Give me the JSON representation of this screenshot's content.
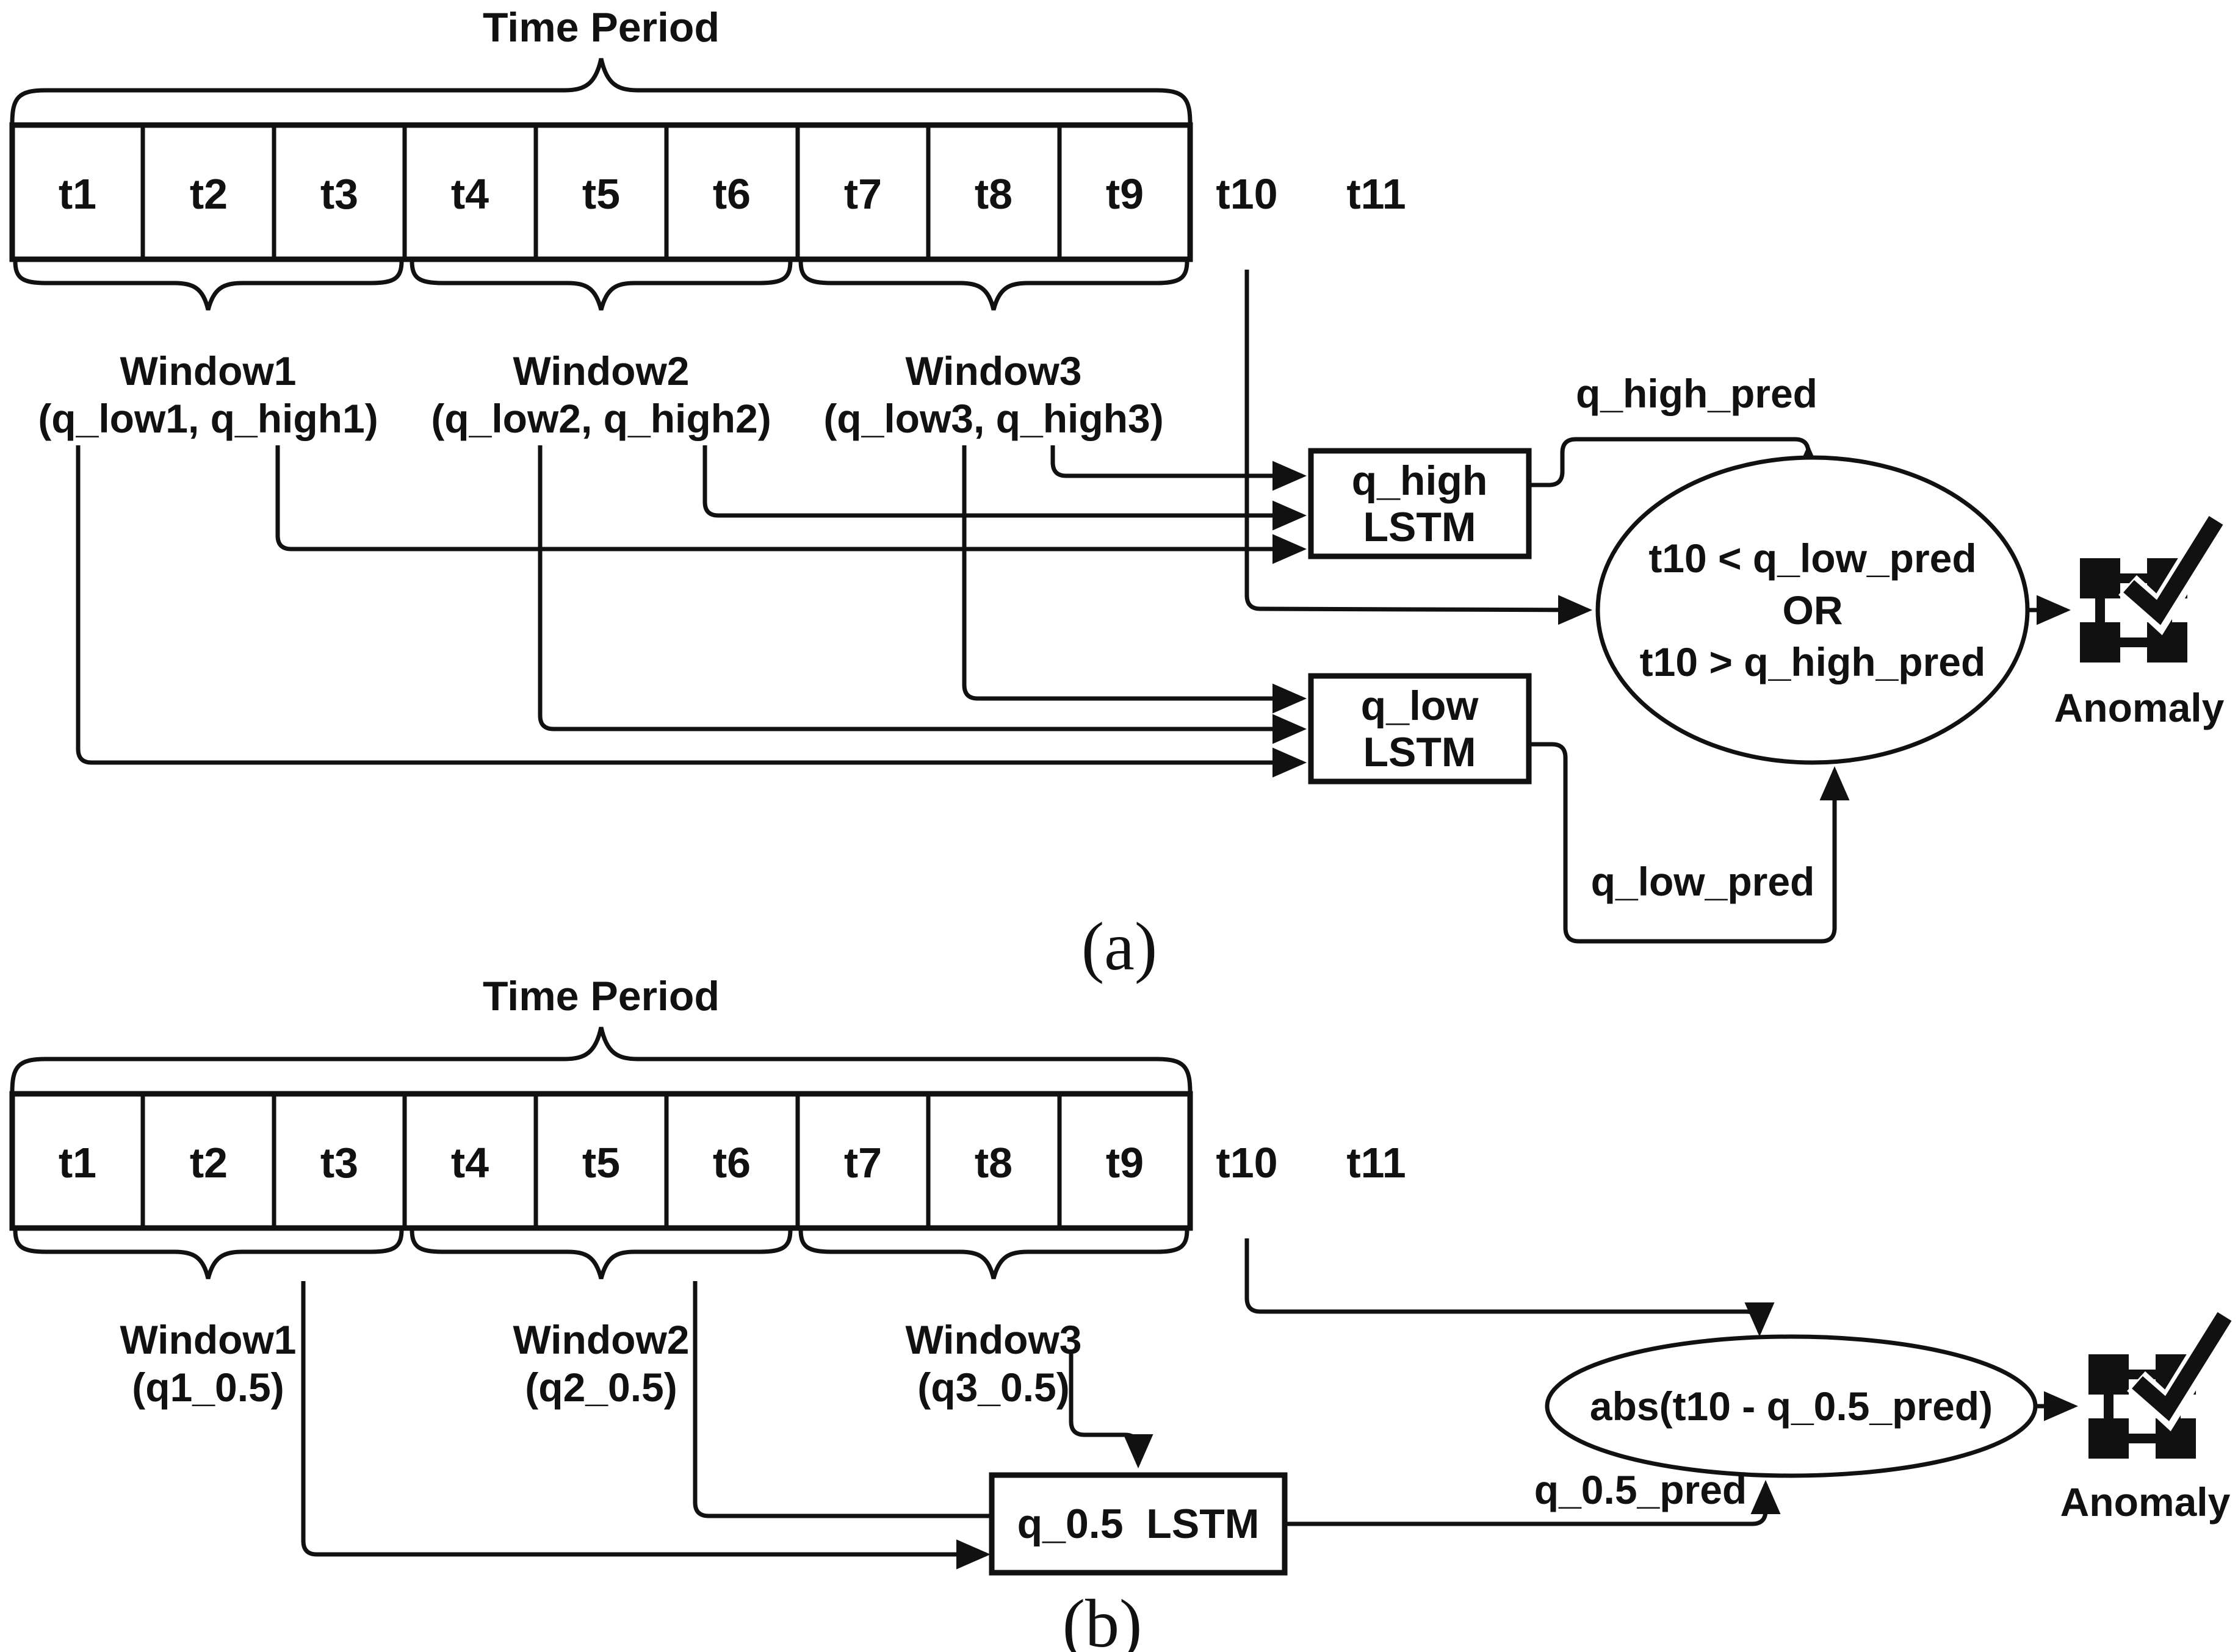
{
  "colors": {
    "ink": "#111111",
    "background": "#ffffff"
  },
  "figure_a": {
    "caption": "(a)",
    "time_period_label": "Time Period",
    "cells": [
      "t1",
      "t2",
      "t3",
      "t4",
      "t5",
      "t6",
      "t7",
      "t8",
      "t9"
    ],
    "future_cells": [
      "t10",
      "t11"
    ],
    "windows": [
      {
        "name": "Window1",
        "params": "(q_low1, q_high1)"
      },
      {
        "name": "Window2",
        "params": "(q_low2, q_high2)"
      },
      {
        "name": "Window3",
        "params": "(q_low3, q_high3)"
      }
    ],
    "high_lstm": {
      "line1": "q_high",
      "line2": "LSTM"
    },
    "low_lstm": {
      "line1": "q_low",
      "line2": "LSTM"
    },
    "high_pred_label": "q_high_pred",
    "low_pred_label": "q_low_pred",
    "condition": {
      "line1": "t10 < q_low_pred",
      "line2": "OR",
      "line3": "t10 > q_high_pred"
    },
    "anomaly_label": "Anomaly"
  },
  "figure_b": {
    "caption": "(b)",
    "time_period_label": "Time Period",
    "cells": [
      "t1",
      "t2",
      "t3",
      "t4",
      "t5",
      "t6",
      "t7",
      "t8",
      "t9"
    ],
    "future_cells": [
      "t10",
      "t11"
    ],
    "windows": [
      {
        "name": "Window1",
        "params": "(q1_0.5)"
      },
      {
        "name": "Window2",
        "params": "(q2_0.5)"
      },
      {
        "name": "Window3",
        "params": "(q3_0.5)"
      }
    ],
    "median_lstm": "q_0.5  LSTM",
    "pred_label": "q_0.5_pred",
    "condition": "abs(t10 - q_0.5_pred)",
    "anomaly_label": "Anomaly"
  }
}
